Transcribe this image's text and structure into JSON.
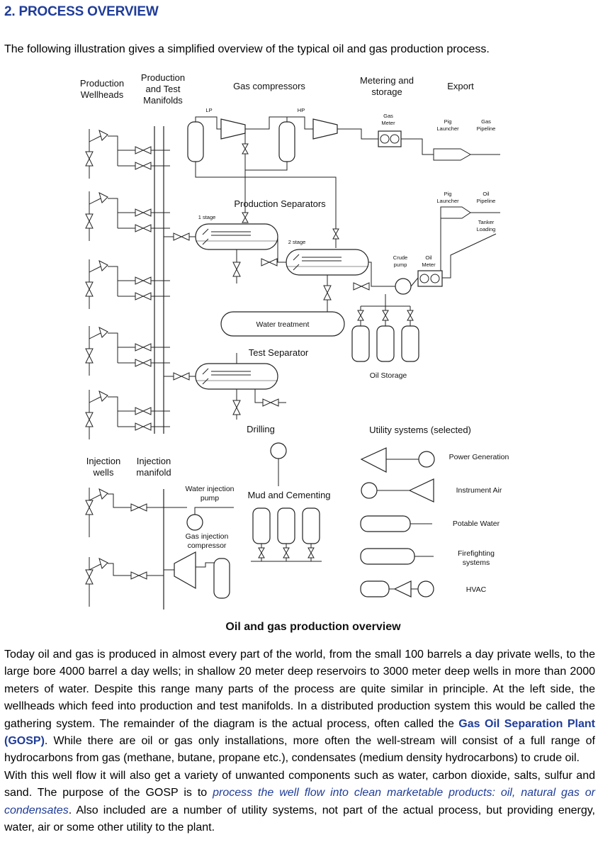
{
  "section": {
    "heading": "2. PROCESS OVERVIEW",
    "intro": "The following illustration gives a simplified overview of the typical oil and gas production process."
  },
  "diagram": {
    "caption": "Oil and gas production overview",
    "labels": {
      "production_wellheads_1": "Production",
      "production_wellheads_2": "Wellheads",
      "manifolds_1": "Production",
      "manifolds_2": "and Test",
      "manifolds_3": "Manifolds",
      "gas_compressors": "Gas compressors",
      "metering_1": "Metering and",
      "metering_2": "storage",
      "export": "Export",
      "lp": "LP",
      "hp": "HP",
      "gas_meter_1": "Gas",
      "gas_meter_2": "Meter",
      "pig_launcher_gas_1": "Pig",
      "pig_launcher_gas_2": "Launcher",
      "gas_pipeline_1": "Gas",
      "gas_pipeline_2": "Pipeline",
      "pig_launcher_oil_1": "Pig",
      "pig_launcher_oil_2": "Launcher",
      "oil_pipeline_1": "Oil",
      "oil_pipeline_2": "Pipeline",
      "tanker_loading_1": "Tanker",
      "tanker_loading_2": "Loading",
      "production_separators": "Production Separators",
      "stage1": "1 stage",
      "stage2": "2 stage",
      "crude_pump_1": "Crude",
      "crude_pump_2": "pump",
      "oil_meter_1": "Oil",
      "oil_meter_2": "Meter",
      "water_treatment": "Water treatment",
      "test_separator": "Test Separator",
      "oil_storage": "Oil Storage",
      "drilling": "Drilling",
      "utility_systems": "Utility systems (selected)",
      "injection_wells_1": "Injection",
      "injection_wells_2": "wells",
      "injection_manifold_1": "Injection",
      "injection_manifold_2": "manifold",
      "water_injection_pump_1": "Water injection",
      "water_injection_pump_2": "pump",
      "mud_cementing": "Mud and Cementing",
      "gas_injection_compressor_1": "Gas injection",
      "gas_injection_compressor_2": "compressor",
      "power_generation": "Power Generation",
      "instrument_air": "Instrument Air",
      "potable_water": "Potable Water",
      "firefighting_1": "Firefighting",
      "firefighting_2": "systems",
      "hvac": "HVAC"
    }
  },
  "body": {
    "p1_a": "Today oil and gas is  produced in almost  every part of  the world, from the small 100 barrels  a day private wells, to the large bore 4000 barrel a day wells; in shallow 20 meter deep reservoirs to 3000 meter deep wells in more than 2000 meters of water. Despite this range many parts of the process are quite similar in principle. At the left side, the wellheads which feed into production and test manifolds. In a distributed production system this would be called the gathering system. The remainder of the diagram is the actual process, often called the ",
    "p1_gosp": "Gas Oil Separation Plant (GOSP)",
    "p1_b": ". While there are oil or gas only installations, more often the well-stream will consist of a full range of hydrocarbons from gas (methane, butane, propane etc.), condensates (medium density hydrocarbons) to crude oil.",
    "p2_a": "With this well flow it will also get a variety of unwanted components such as water, carbon dioxide, salts, sulfur and sand. The purpose of the GOSP is to ",
    "p2_italic": "process the well flow into clean marketable products: oil, natural gas or condensates",
    "p2_b": ". Also included are a number of utility systems, not part of the actual process, but providing energy, water, air or some other utility to the plant."
  }
}
